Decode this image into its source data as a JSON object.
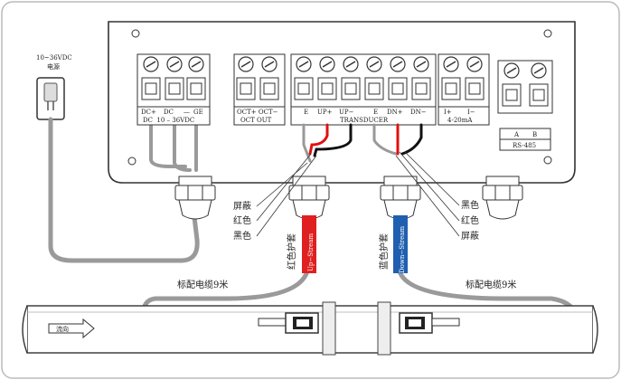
{
  "power": {
    "voltage": "10~36VDC",
    "label": "电源"
  },
  "terminals": {
    "dc_top": [
      "DC+",
      "DC",
      "—",
      "GE"
    ],
    "dc_bottom": "DC  10 – 36VDC",
    "oct_top": "OCT+ OCT−",
    "oct_bottom": "OCT OUT",
    "transducer_top": [
      "E",
      "UP+",
      "UP−",
      "E",
      "DN+",
      "DN−"
    ],
    "transducer_bottom": "TRANSDUCER",
    "current_top": [
      "I+",
      "I−"
    ],
    "current_bottom": "4-20mA",
    "rs485_top": [
      "A",
      "B"
    ],
    "rs485_bottom": "RS-485"
  },
  "left_wire_labels": [
    "屏蔽",
    "红色",
    "黑色"
  ],
  "right_wire_labels": [
    "黑色",
    "红色",
    "屏蔽"
  ],
  "sheaths": {
    "left_jacket": "红色护套",
    "left_stream": "Up−Stream",
    "right_jacket": "蓝色护套",
    "right_stream": "Down−Stream"
  },
  "cable_labels": {
    "left": "标配电缆9米",
    "right": "标配电缆9米"
  },
  "flow_label": "流向",
  "colors": {
    "up_stream": "#e02020",
    "down_stream": "#1f5fb0",
    "cable": "#9a9a9a",
    "red_wire": "#e01010",
    "black_wire": "#111111"
  }
}
